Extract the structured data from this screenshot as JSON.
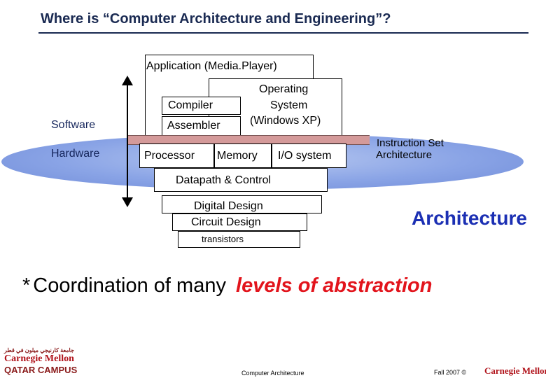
{
  "slide": {
    "title": "Where is “Computer Architecture and Engineering”?",
    "colors": {
      "title": "#1a2a52",
      "emphasis": "#e2141c",
      "architecture": "#1b2fb3",
      "ellipse": "#8aa4e6"
    }
  },
  "diagram": {
    "software_label": "Software",
    "hardware_label": "Hardware",
    "application": "Application (Media.Player)",
    "os_line1": "Operating",
    "os_line2": "System",
    "os_line3": "(Windows XP)",
    "compiler": "Compiler",
    "assembler": "Assembler",
    "processor": "Processor",
    "memory": "Memory",
    "io": "I/O system",
    "isa_line1": "Instruction Set",
    "isa_line2": "Architecture",
    "datapath": "Datapath & Control",
    "digital": "Digital Design",
    "circuit": "Circuit Design",
    "transistors": "transistors",
    "architecture": "Architecture"
  },
  "bullet": {
    "marker": "*",
    "text": "Coordination of many",
    "emphasis": "levels of abstraction"
  },
  "footer": {
    "logo_arabic": "جامعة كارنيجي ميلون في قطر",
    "logo_name": "Carnegie Mellon",
    "logo_campus": "QATAR CAMPUS",
    "center": "Computer Architecture",
    "date": "Fall 2007 ©",
    "right_logo": "Carnegie Mellon"
  }
}
